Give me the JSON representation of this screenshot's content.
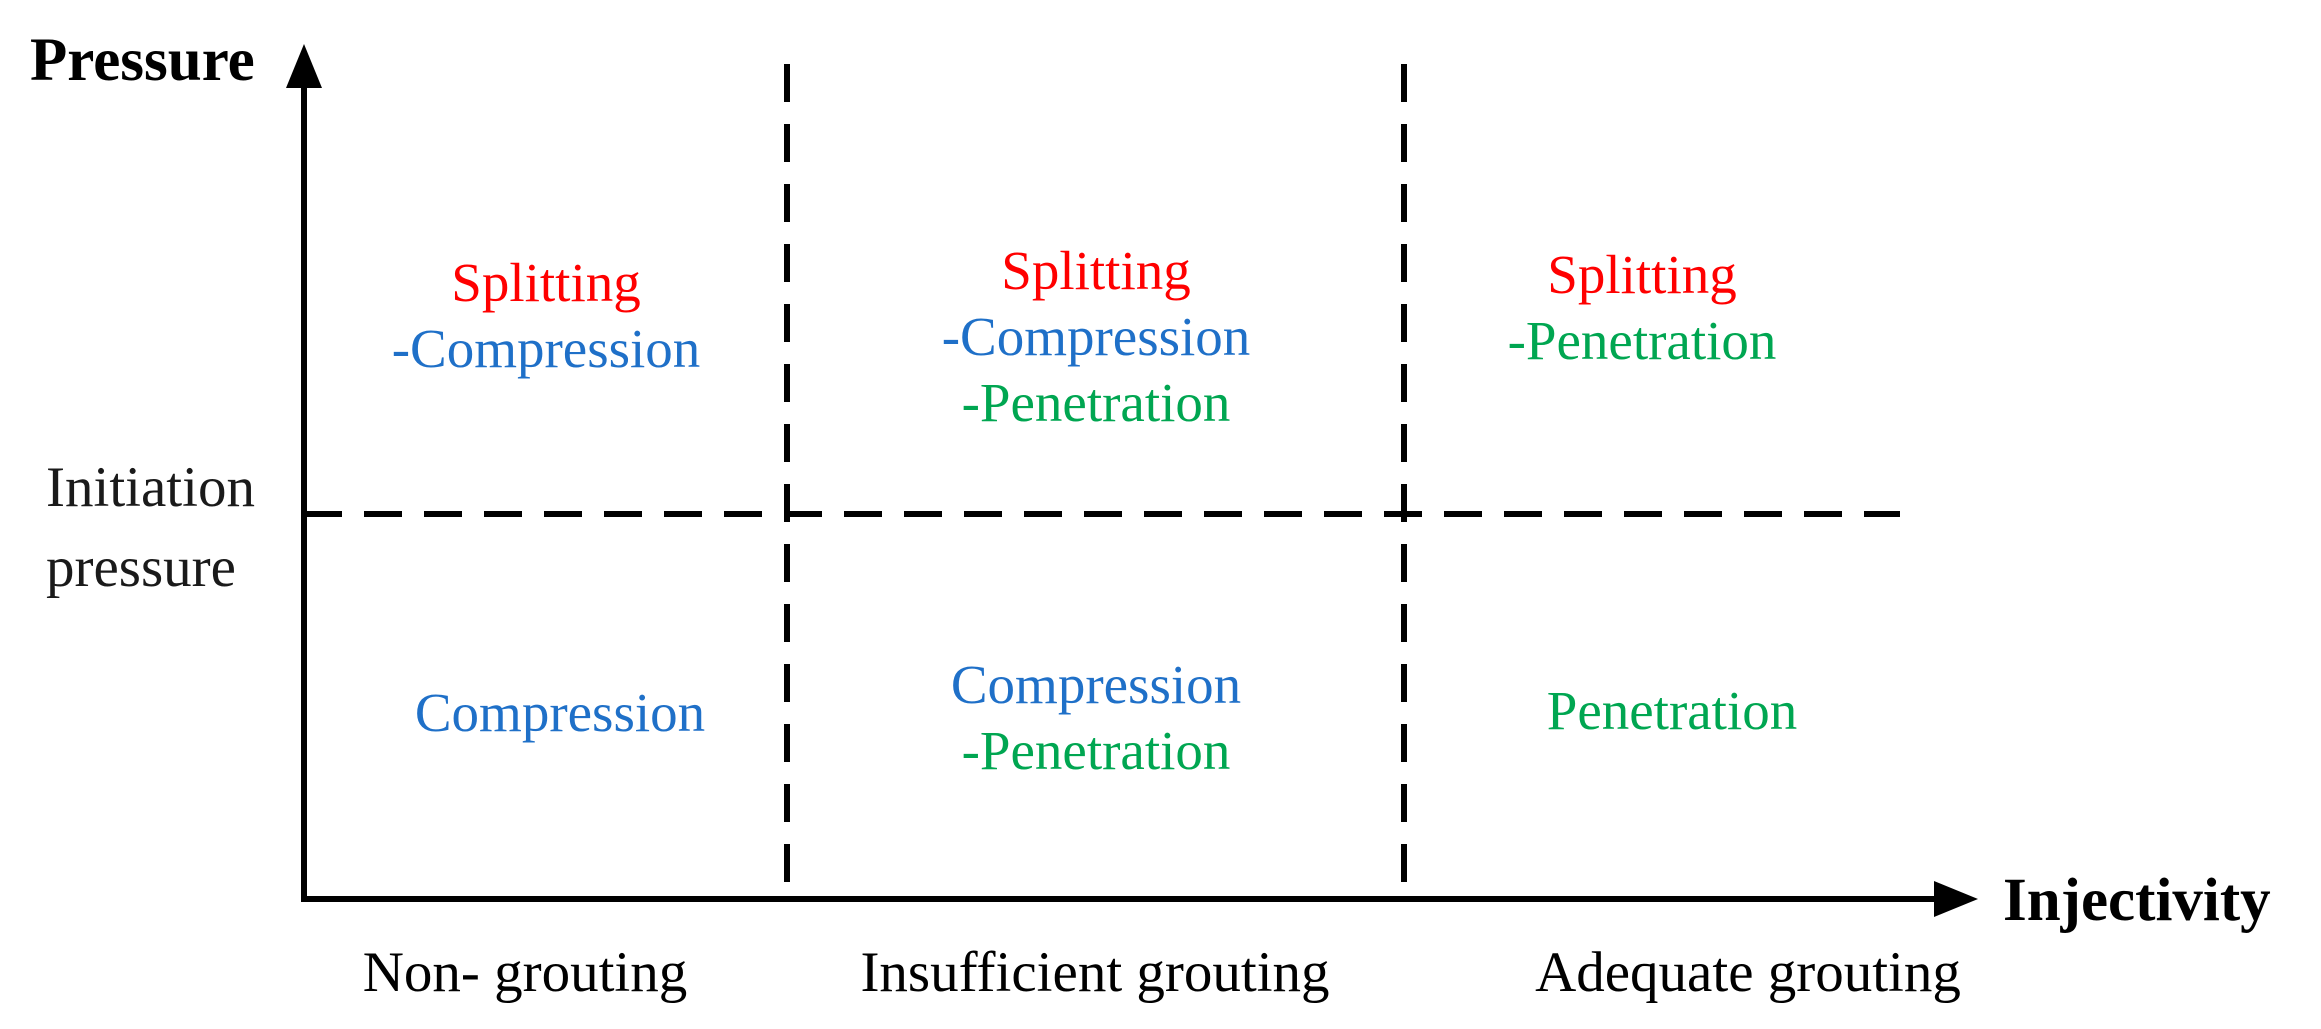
{
  "axes": {
    "y_label": "Pressure",
    "x_label": "Injectivity",
    "y_reference_line_label": [
      "Initiation",
      "pressure"
    ]
  },
  "colors": {
    "axis": "#000000",
    "reference_label": "#1a1a1a",
    "splitting_red": "#ff0000",
    "compression_blue": "#1f70c8",
    "penetration_green": "#00a651"
  },
  "x_categories": [
    "Non- grouting",
    "Insufficient grouting",
    "Adequate grouting"
  ],
  "regions": {
    "top_left": {
      "lines": [
        {
          "text": "Splitting",
          "color": "#ff0000"
        },
        {
          "text": "-Compression",
          "color": "#1f70c8"
        }
      ]
    },
    "top_middle": {
      "lines": [
        {
          "text": "Splitting",
          "color": "#ff0000"
        },
        {
          "text": "-Compression",
          "color": "#1f70c8"
        },
        {
          "text": "-Penetration",
          "color": "#00a651"
        }
      ]
    },
    "top_right": {
      "lines": [
        {
          "text": "Splitting",
          "color": "#ff0000"
        },
        {
          "text": "-Penetration",
          "color": "#00a651"
        }
      ]
    },
    "bottom_left": {
      "lines": [
        {
          "text": "Compression",
          "color": "#1f70c8"
        }
      ]
    },
    "bottom_middle": {
      "lines": [
        {
          "text": "Compression",
          "color": "#1f70c8"
        },
        {
          "text": "-Penetration",
          "color": "#00a651"
        }
      ]
    },
    "bottom_right": {
      "lines": [
        {
          "text": "Penetration",
          "color": "#00a651"
        }
      ]
    }
  }
}
